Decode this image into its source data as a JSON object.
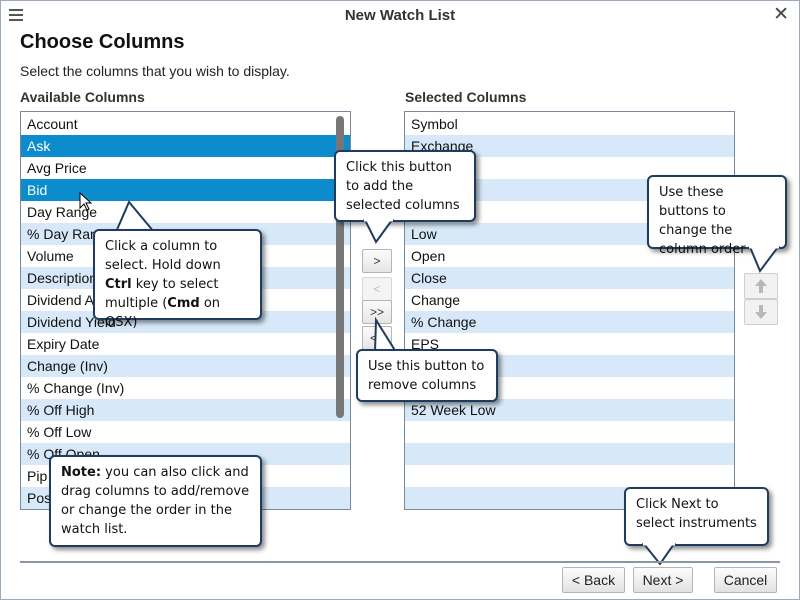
{
  "window": {
    "title": "New Watch List",
    "close_glyph": "✕"
  },
  "heading": "Choose Columns",
  "instruction": "Select the columns that you wish to display.",
  "available": {
    "label": "Available Columns",
    "items": [
      {
        "label": "Account",
        "state": "normal"
      },
      {
        "label": "Ask",
        "state": "selected"
      },
      {
        "label": "Avg Price",
        "state": "normal"
      },
      {
        "label": "Bid",
        "state": "selected"
      },
      {
        "label": "Day Range",
        "state": "normal"
      },
      {
        "label": "% Day Range",
        "state": "alt"
      },
      {
        "label": "Volume",
        "state": "normal"
      },
      {
        "label": "Description",
        "state": "alt"
      },
      {
        "label": "Dividend Amount",
        "state": "normal"
      },
      {
        "label": "Dividend Yield",
        "state": "alt"
      },
      {
        "label": "Expiry Date",
        "state": "normal"
      },
      {
        "label": "Change (Inv)",
        "state": "alt"
      },
      {
        "label": "% Change (Inv)",
        "state": "normal"
      },
      {
        "label": "% Off High",
        "state": "alt"
      },
      {
        "label": "% Off Low",
        "state": "normal"
      },
      {
        "label": "% Off Open",
        "state": "alt"
      },
      {
        "label": "Pip",
        "state": "normal"
      },
      {
        "label": "Position",
        "state": "alt"
      }
    ]
  },
  "selected": {
    "label": "Selected Columns",
    "items": [
      {
        "label": "Symbol",
        "state": "normal"
      },
      {
        "label": "Exchange",
        "state": "alt"
      },
      {
        "label": "",
        "state": "normal"
      },
      {
        "label": "",
        "state": "alt"
      },
      {
        "label": "",
        "state": "normal"
      },
      {
        "label": "Low",
        "state": "alt"
      },
      {
        "label": "Open",
        "state": "normal"
      },
      {
        "label": "Close",
        "state": "alt"
      },
      {
        "label": "Change",
        "state": "normal"
      },
      {
        "label": "% Change",
        "state": "alt"
      },
      {
        "label": "EPS",
        "state": "normal"
      },
      {
        "label": "",
        "state": "alt"
      },
      {
        "label": "",
        "state": "normal"
      },
      {
        "label": "52 Week Low",
        "state": "alt"
      },
      {
        "label": "",
        "state": "normal"
      },
      {
        "label": "",
        "state": "alt"
      },
      {
        "label": "",
        "state": "normal"
      },
      {
        "label": "",
        "state": "alt"
      }
    ]
  },
  "transfer": {
    "add": ">",
    "remove": "<",
    "add_all": ">>",
    "remove_all": "<<"
  },
  "order_buttons": {
    "up_icon": "arrow-up-icon",
    "down_icon": "arrow-down-icon"
  },
  "callouts": {
    "add": "Click this button to add the selected columns",
    "order": "Use these buttons to change the column order",
    "select_a": "Click a column to select.  Hold down ",
    "select_ctrl": "Ctrl",
    "select_b": " key to select multiple (",
    "select_cmd": "Cmd",
    "select_c": " on OSX)",
    "remove": "Use this button to remove columns",
    "note_label": "Note:",
    "note_text": " you can also click and drag columns to add/remove or change the order in the watch list.",
    "next": "Click Next to select instruments"
  },
  "buttons": {
    "back": "< Back",
    "next": "Next >",
    "cancel": "Cancel"
  },
  "colors": {
    "selection": "#0c8ccc",
    "row_alt": "#d7e9f9",
    "callout_border": "#1f3c5e"
  }
}
